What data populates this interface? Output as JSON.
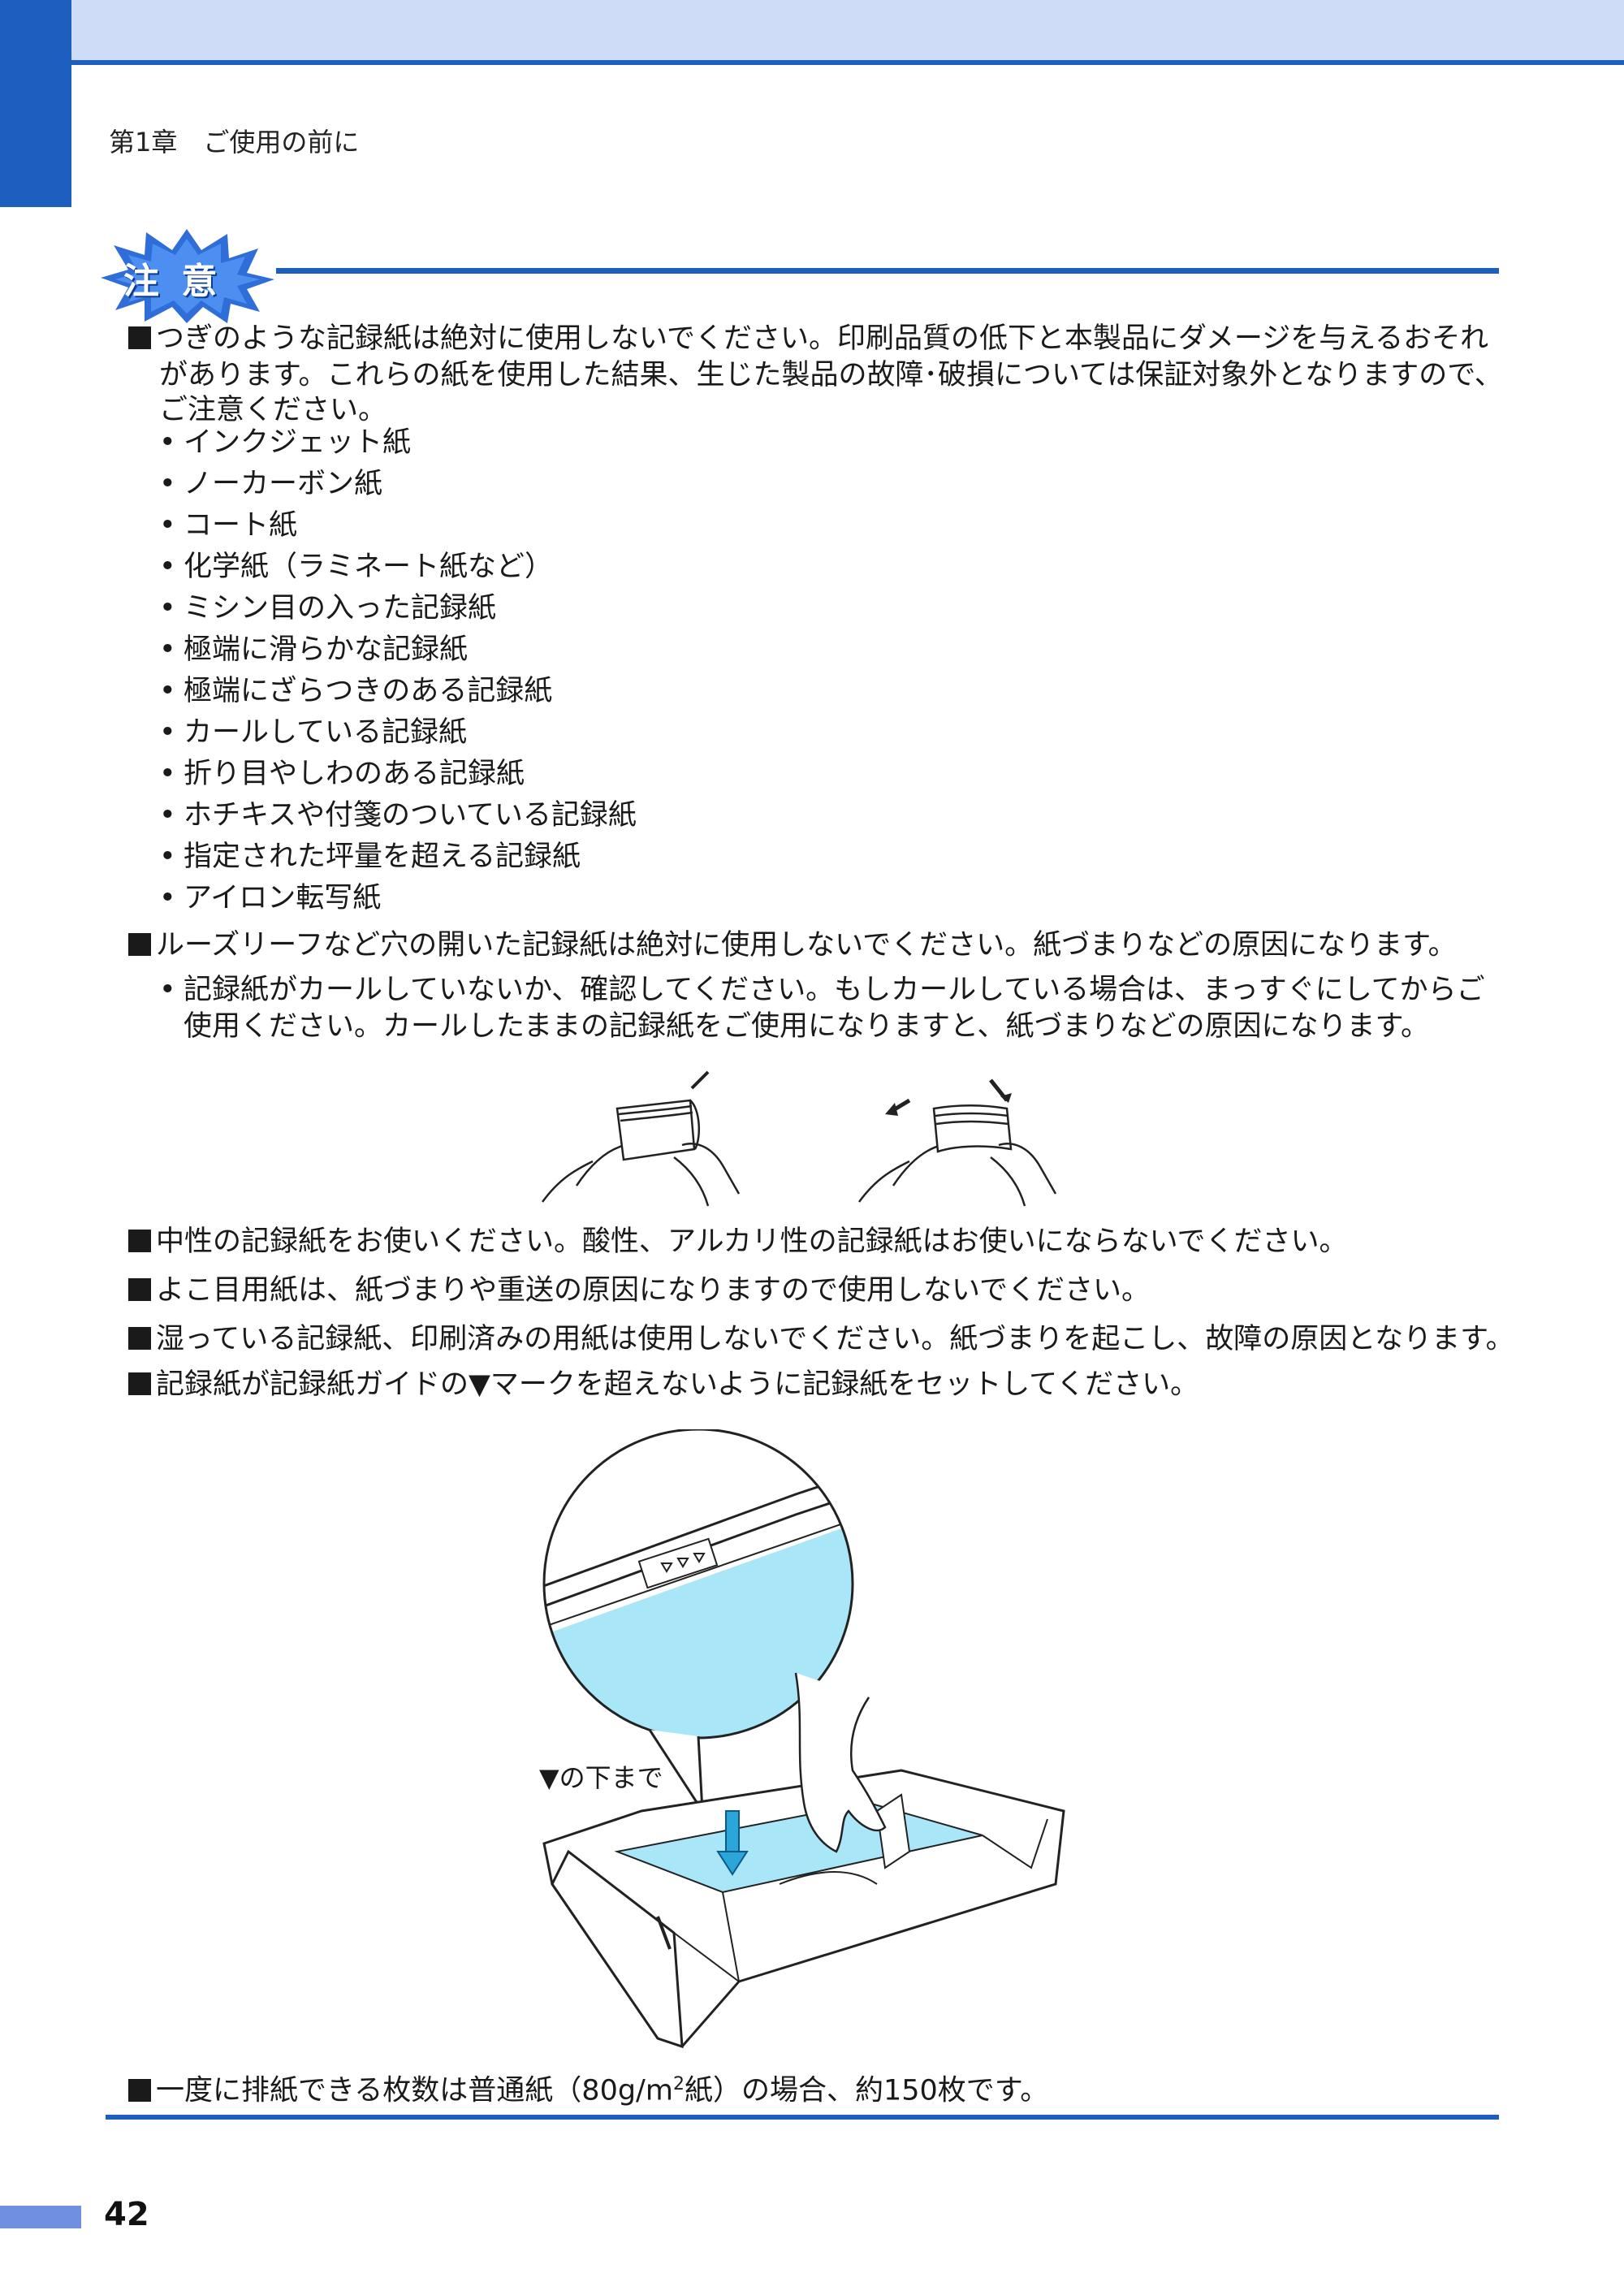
{
  "header": {
    "chapter": "第1章　ご使用の前に"
  },
  "note": {
    "badge_label": "注 意",
    "intro_line1": "つぎのような記録紙は絶対に使用しないでください。印刷品質の低下と本製品にダメージを与えるおそれ",
    "intro_line2": "があります。これらの紙を使用した結果、生じた製品の故障･破損については保証対象外となりますので、",
    "intro_line3": "ご注意ください。",
    "bullets": [
      "インクジェット紙",
      "ノーカーボン紙",
      "コート紙",
      "化学紙（ラミネート紙など）",
      "ミシン目の入った記録紙",
      "極端に滑らかな記録紙",
      "極端にざらつきのある記録紙",
      "カールしている記録紙",
      "折り目やしわのある記録紙",
      "ホチキスや付箋のついている記録紙",
      "指定された坪量を超える記録紙",
      "アイロン転写紙"
    ],
    "loose_leaf": "ルーズリーフなど穴の開いた記録紙は絶対に使用しないでください。紙づまりなどの原因になります。",
    "curl_line1": "記録紙がカールしていないか、確認してください。もしカールしている場合は、まっすぐにしてからご",
    "curl_line2": "使用ください。カールしたままの記録紙をご使用になりますと、紙づまりなどの原因になります。",
    "neutral": "中性の記録紙をお使いください。酸性、アルカリ性の記録紙はお使いにならないでください。",
    "grain": "よこ目用紙は、紙づまりや重送の原因になりますので使用しないでください。",
    "damp": "湿っている記録紙、印刷済みの用紙は使用しないでください。紙づまりを起こし、故障の原因となります。",
    "guide_mark": "記録紙が記録紙ガイドの▼マークを超えないように記録紙をセットしてください。",
    "tray_label": "▼の下まで",
    "output_pre": "一度に排紙できる枚数は普通紙（80g/m",
    "output_sup": "2",
    "output_post": "紙）の場合、約150枚です。"
  },
  "footer": {
    "page_number": "42"
  }
}
